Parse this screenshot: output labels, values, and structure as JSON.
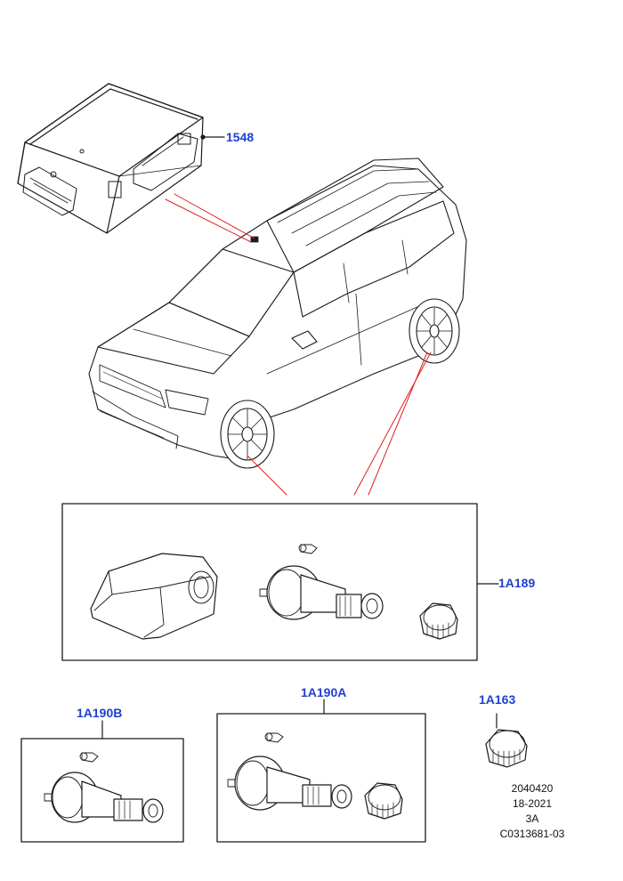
{
  "callouts": {
    "module": "1548",
    "tpms_kit": "1A189",
    "valve_kit_b": "1A190B",
    "valve_kit_a": "1A190A",
    "cap": "1A163"
  },
  "footer": {
    "line1": "2040420",
    "line2": "18-2021",
    "line3": "3A",
    "line4": "C0313681-03"
  },
  "colors": {
    "callout_text": "#1f3fd0",
    "leader_line": "#e02020",
    "outline": "#1a1a1a"
  }
}
